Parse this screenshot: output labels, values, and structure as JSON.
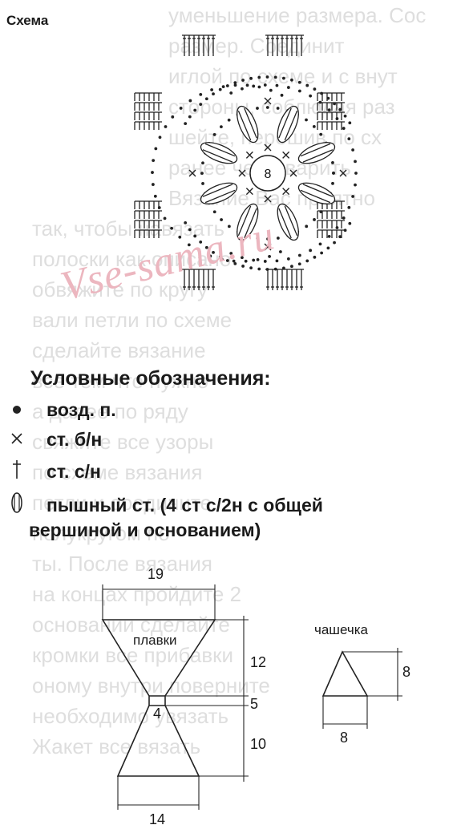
{
  "title": "Схема",
  "center_label": "8",
  "watermark": "Vse-sama.ru",
  "legend": {
    "title": "Условные обозначения:",
    "items": [
      {
        "icon": "dot-icon",
        "label": "возд. п."
      },
      {
        "icon": "cross-icon",
        "label": "ст. б/н"
      },
      {
        "icon": "dagger-icon",
        "label": "ст. с/н"
      },
      {
        "icon": "puff-stitch-icon",
        "label": "пышный ст. (4 ст  с/2н с общей"
      }
    ],
    "continuation": "вершиной и основанием)"
  },
  "panties": {
    "label": "плавки",
    "top_width": "19",
    "waist": "4",
    "bottom_width": "14",
    "height_top": "12",
    "height_mid": "5",
    "height_bottom": "10"
  },
  "cup": {
    "label": "чашечка",
    "height": "8",
    "width": "8"
  },
  "background_lines": [
    "уменьшение размера. Сос",
    "размер. Соединит",
    "иглой по схеме и с внут",
    "стороны, соблюдая раз",
    "шейте, перешив по сх",
    "ранее чем сварить",
    "Вязание Вас приятно",
    "так, чтобы навязать",
    "полоски как описано",
    "обвяжите по кругу",
    "вали петли по схеме",
    "сделайте вязание",
    "все тем что нужно",
    "а далее по ряду",
    "свяжите все узоры",
    "по схеме вязания",
    "петли и соедините",
    "полукругом по",
    "ты. После вязания",
    "на концах пройдите 2",
    "основании сделайте",
    "кромки все прибавки",
    "оному внутри поверните",
    "необходимо увязать",
    "Жакет все вязать"
  ]
}
